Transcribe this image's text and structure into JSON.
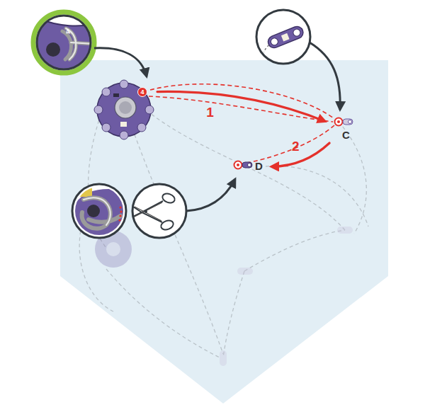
{
  "diagram": {
    "nodes": [
      {
        "text": [
          "4"
        ]
      },
      {
        "text": [
          "C"
        ]
      },
      {
        "text": [
          "D"
        ]
      }
    ],
    "edges": [
      {
        "from": 0,
        "to": 1,
        "arrow": "to",
        "label": "1"
      },
      {
        "from": 1,
        "to": 2,
        "arrow": "to",
        "label": "2"
      }
    ],
    "labels": [
      "4"
    ]
  }
}
